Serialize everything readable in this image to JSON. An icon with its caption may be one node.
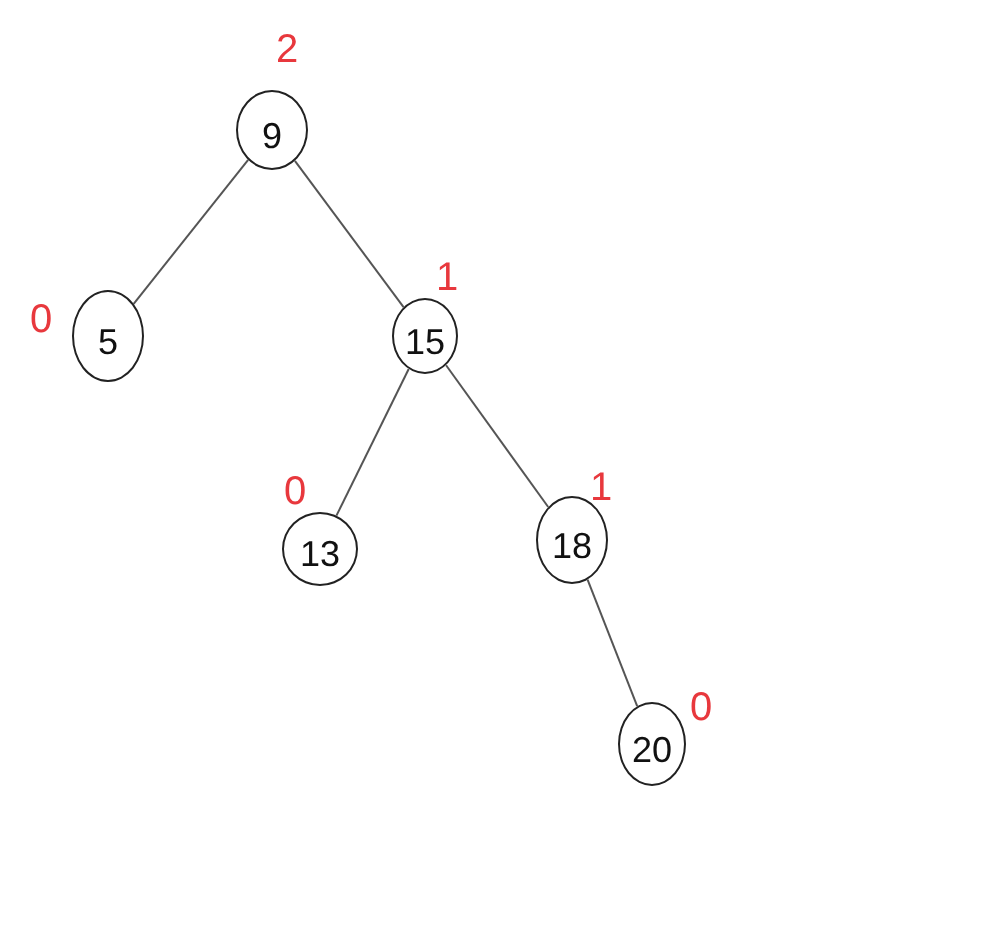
{
  "diagram": {
    "nodes": [
      {
        "text": [
          "9"
        ],
        "beside": [
          "2"
        ]
      },
      {
        "text": [
          "5"
        ],
        "beside": [
          "0"
        ]
      },
      {
        "text": [
          "15"
        ],
        "beside": [
          "1"
        ]
      },
      {
        "text": [
          "13"
        ],
        "beside": [
          "0"
        ]
      },
      {
        "text": [
          "18"
        ],
        "beside": [
          "1"
        ]
      },
      {
        "text": [
          "20"
        ],
        "beside": [
          "0"
        ]
      }
    ],
    "edges": [
      {
        "from": 0,
        "to": 1,
        "arrow": "none"
      },
      {
        "from": 0,
        "to": 2,
        "arrow": "none"
      },
      {
        "from": 2,
        "to": 3,
        "arrow": "none"
      },
      {
        "from": 2,
        "to": 4,
        "arrow": "none"
      },
      {
        "from": 4,
        "to": 5,
        "arrow": "none"
      }
    ]
  }
}
